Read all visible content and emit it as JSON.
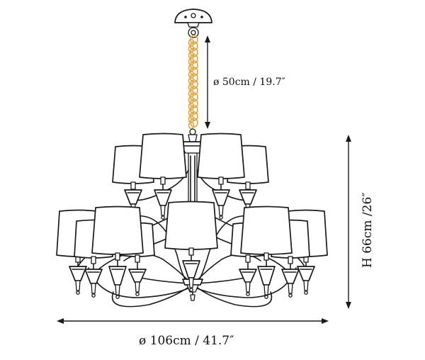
{
  "dimensions": {
    "chain_length": "ø 50cm / 19.7″",
    "height": "H 66cm /26″",
    "diameter": "ø 106cm / 41.7″"
  },
  "colors": {
    "line": "#1a1a1a",
    "chain": "#e8a33a",
    "background": "#ffffff"
  }
}
